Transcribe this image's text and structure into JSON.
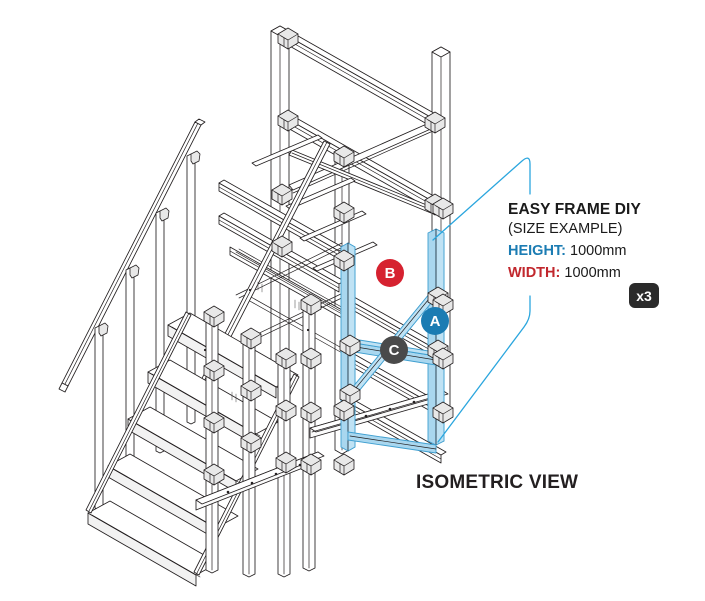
{
  "document": {
    "view_caption": "ISOMETRIC VIEW"
  },
  "callout": {
    "title": "EASY FRAME DIY",
    "subtitle": "(SIZE EXAMPLE)",
    "height_key": "HEIGHT:",
    "height_value": "1000mm",
    "width_key": "WIDTH:",
    "width_value": "1000mm",
    "quantity": "x3"
  },
  "badges": [
    {
      "id": "A",
      "label": "A",
      "color": "#1b7cb3"
    },
    {
      "id": "B",
      "label": "B",
      "color": "#d62230"
    },
    {
      "id": "C",
      "label": "C",
      "color": "#4a4a4a"
    }
  ],
  "colors": {
    "highlight_fill": "#a9d7ef",
    "highlight_stroke": "#3f9fd0",
    "leader_line": "#2ba6de",
    "line_art": "#231f20",
    "text": "#1a1a1a",
    "badge_height": "#1b7cb3",
    "badge_width": "#c1272d",
    "qty_badge_bg": "#2b2b2b"
  },
  "drawing": {
    "subject": "scaffold stair tower with guardrails, treads and highlighted easy frame module",
    "highlighted_module": "easy-frame-bay"
  }
}
